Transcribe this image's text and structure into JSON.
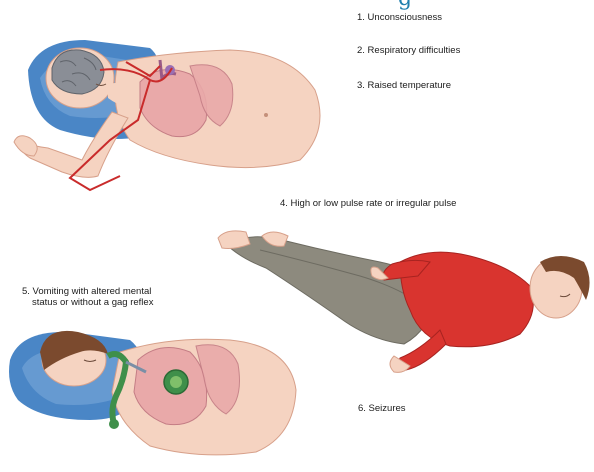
{
  "heading_fragment": "g",
  "labels": {
    "item1": "1. Unconsciousness",
    "item2": "2. Respiratory difficulties",
    "item3": "3. Raised temperature",
    "item4": "4. High or low pulse rate or irregular pulse",
    "item5_line1": "5. Vomiting with altered mental",
    "item5_line2": "status or without a gag reflex",
    "item6": "6. Seizures"
  },
  "colors": {
    "skin": "#f5d3c1",
    "skin_shadow": "#e7b7a2",
    "pillow": "#4a86c6",
    "pillow_light": "#7aa8d8",
    "lungs": "#e9a9a9",
    "lungs_dark": "#c47d85",
    "vessel": "#c92b2b",
    "brain": "#8a8e96",
    "shirt": "#d9342f",
    "trousers": "#8d8a7e",
    "hair": "#7b4a2e",
    "vomit": "#3f8f4a",
    "heading": "#1f7fae"
  }
}
